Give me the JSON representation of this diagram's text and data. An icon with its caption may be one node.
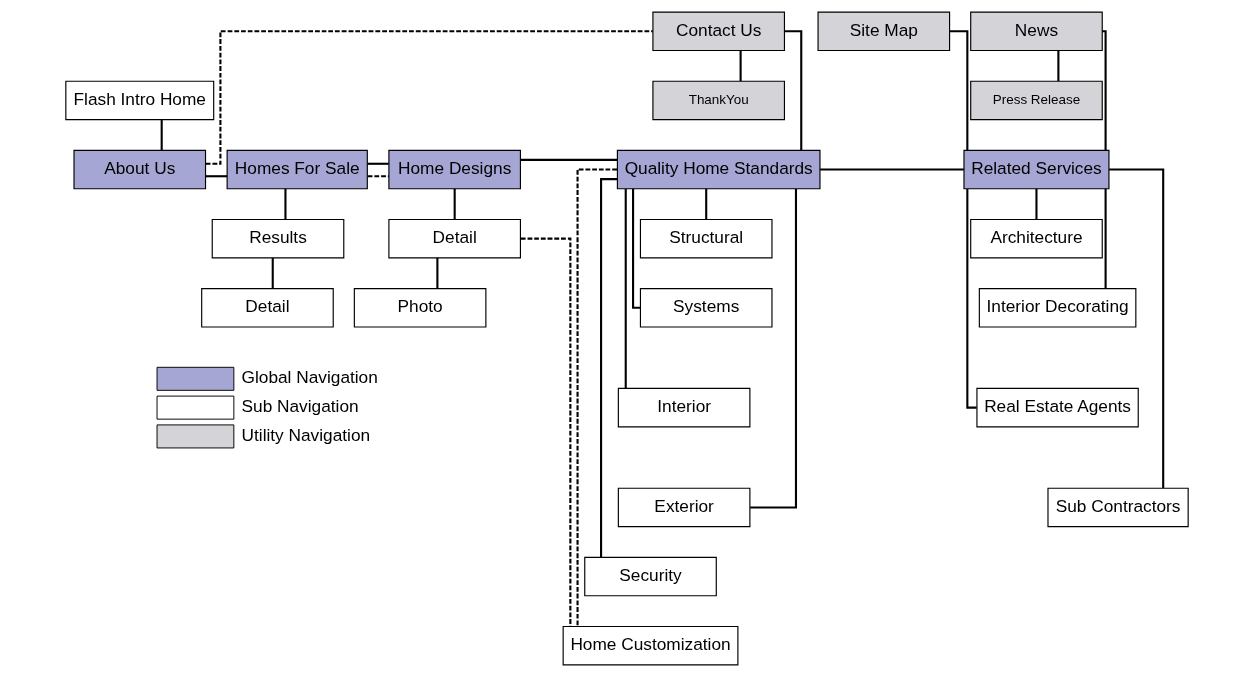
{
  "diagram": {
    "nodes": [
      {
        "text": [
          "Contact Us"
        ]
      },
      {
        "text": [
          "News"
        ]
      },
      {
        "text": [
          "Site Map"
        ]
      },
      {
        "text": [
          "Flash Intro Home"
        ]
      },
      {
        "text": [
          "ThankYou"
        ]
      },
      {
        "text": [
          "Press Release"
        ]
      },
      {
        "text": [
          "About Us"
        ]
      },
      {
        "text": [
          "Homes For Sale"
        ]
      },
      {
        "text": [
          "Home Designs"
        ]
      },
      {
        "text": [
          "Quality Home Standards"
        ]
      },
      {
        "text": [
          "Related Services"
        ]
      },
      {
        "text": [
          "Results"
        ]
      },
      {
        "text": [
          "Detail"
        ]
      },
      {
        "text": [
          "Detail"
        ]
      },
      {
        "text": [
          "Structural"
        ]
      },
      {
        "text": [
          "Architecture"
        ]
      },
      {
        "text": [
          "Photo"
        ]
      },
      {
        "text": [
          "Systems"
        ]
      },
      {
        "text": [
          "Interior Decorating"
        ]
      },
      {
        "text": [
          "Interior"
        ]
      },
      {
        "text": [
          "Real Estate Agents"
        ]
      },
      {
        "text": [
          "Exterior"
        ]
      },
      {
        "text": [
          "Sub Contractors"
        ]
      },
      {
        "text": [
          "Security"
        ]
      },
      {
        "text": [
          "Home Customization"
        ]
      }
    ],
    "edges": [
      {
        "from": 6,
        "to": 0,
        "arrow": "none",
        "style": "dashed"
      },
      {
        "from": 6,
        "to": 3,
        "arrow": "none"
      },
      {
        "from": 6,
        "to": 7,
        "arrow": "none"
      },
      {
        "from": 7,
        "to": 8,
        "arrow": "none"
      },
      {
        "from": 7,
        "to": 8,
        "arrow": "none",
        "style": "dashed"
      },
      {
        "from": 8,
        "to": 9,
        "arrow": "none"
      },
      {
        "from": 9,
        "to": 10,
        "arrow": "none"
      },
      {
        "from": 9,
        "to": 0,
        "arrow": "none"
      },
      {
        "from": 10,
        "to": 1,
        "arrow": "none"
      },
      {
        "from": 10,
        "to": 2,
        "arrow": "none"
      },
      {
        "from": 0,
        "to": 4,
        "arrow": "none"
      },
      {
        "from": 1,
        "to": 5,
        "arrow": "none"
      },
      {
        "from": 7,
        "to": 11,
        "arrow": "none"
      },
      {
        "from": 11,
        "to": 12,
        "arrow": "none"
      },
      {
        "from": 8,
        "to": 13,
        "arrow": "none"
      },
      {
        "from": 13,
        "to": 16,
        "arrow": "none"
      },
      {
        "from": 9,
        "to": 14,
        "arrow": "none"
      },
      {
        "from": 9,
        "to": 17,
        "arrow": "none"
      },
      {
        "from": 9,
        "to": 19,
        "arrow": "none"
      },
      {
        "from": 9,
        "to": 21,
        "arrow": "none"
      },
      {
        "from": 9,
        "to": 23,
        "arrow": "none"
      },
      {
        "from": 10,
        "to": 15,
        "arrow": "none"
      },
      {
        "from": 10,
        "to": 18,
        "arrow": "none"
      },
      {
        "from": 10,
        "to": 20,
        "arrow": "none"
      },
      {
        "from": 10,
        "to": 22,
        "arrow": "none"
      },
      {
        "from": 13,
        "to": 24,
        "arrow": "none",
        "style": "dashed"
      },
      {
        "from": 9,
        "to": 24,
        "arrow": "none",
        "style": "dashed"
      }
    ],
    "legend": [
      {
        "text": "Global Navigation",
        "color": "#a6a6d4"
      },
      {
        "text": "Sub Navigation",
        "color": "#ffffff"
      },
      {
        "text": "Utility Navigation",
        "color": "#d4d4d8"
      }
    ]
  }
}
